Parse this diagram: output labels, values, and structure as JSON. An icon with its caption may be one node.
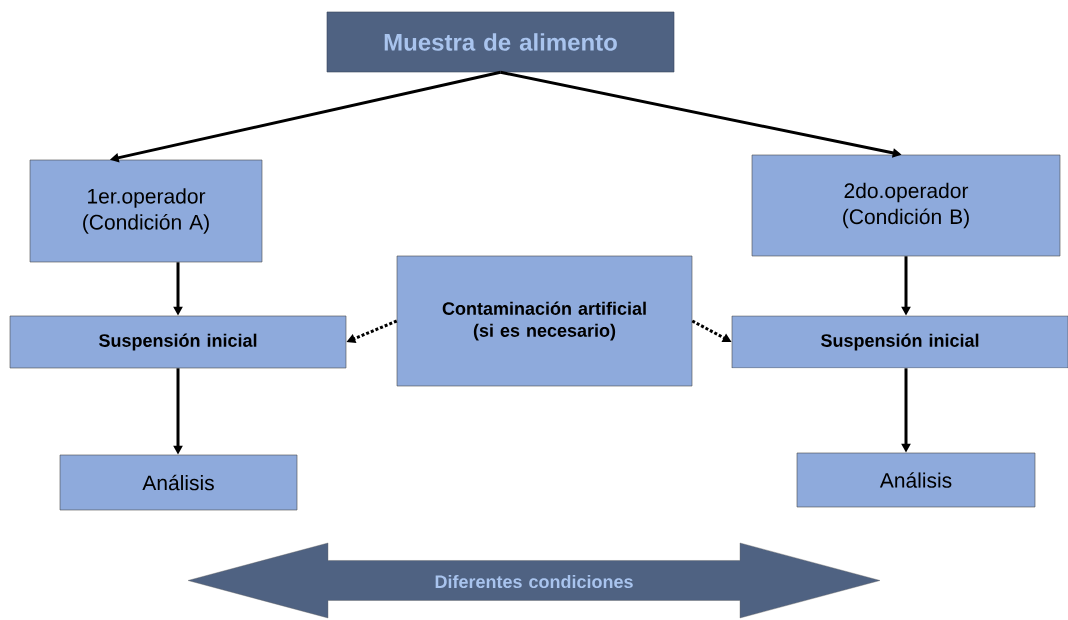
{
  "diagram": {
    "nodes": [
      {
        "text": [
          "Muestra de alimento"
        ]
      },
      {
        "text": [
          "1er.operador (Condición A)"
        ]
      },
      {
        "text": [
          "2do.operador (Condición B)"
        ]
      },
      {
        "text": [
          "Suspensión inicial"
        ]
      },
      {
        "text": [
          "Contaminación artificial (si es necesario)"
        ]
      },
      {
        "text": [
          "Suspensión inicial"
        ]
      },
      {
        "text": [
          "Análisis"
        ]
      },
      {
        "text": [
          "Análisis"
        ]
      },
      {
        "text": [
          "Diferentes condiciones"
        ]
      }
    ],
    "edges": [
      {
        "from": 0,
        "to": 1,
        "arrow": "to"
      },
      {
        "from": 0,
        "to": 2,
        "arrow": "to"
      },
      {
        "from": 1,
        "to": 3,
        "arrow": "to"
      },
      {
        "from": 3,
        "to": 6,
        "arrow": "to"
      },
      {
        "from": 2,
        "to": 5,
        "arrow": "to"
      },
      {
        "from": 5,
        "to": 7,
        "arrow": "to"
      },
      {
        "from": 4,
        "to": 3,
        "arrow": "to",
        "style": "dashed"
      },
      {
        "from": 4,
        "to": 5,
        "arrow": "to",
        "style": "dashed"
      }
    ]
  }
}
